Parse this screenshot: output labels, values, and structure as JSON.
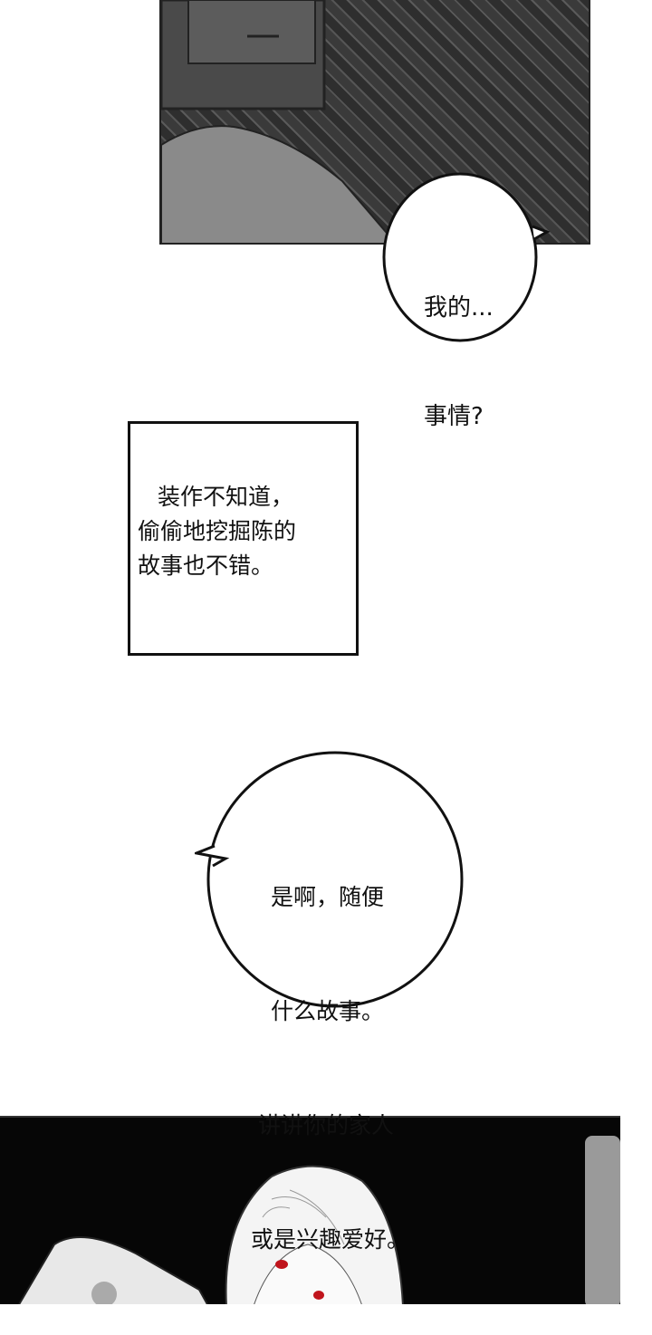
{
  "panels": [
    {
      "id": "room-floor-panel"
    },
    {
      "id": "character-panel",
      "eye_color": "#c0141c"
    }
  ],
  "bubble_top": {
    "lines": [
      "我的...",
      "事情?"
    ]
  },
  "narration_box": {
    "lines": [
      "装作不知道，",
      "偷偷地挖掘陈的",
      "故事也不错。"
    ]
  },
  "bubble_middle": {
    "lines": [
      "是啊，随便",
      "什么故事。",
      "讲讲你的家人",
      "或是兴趣爱好。"
    ]
  }
}
